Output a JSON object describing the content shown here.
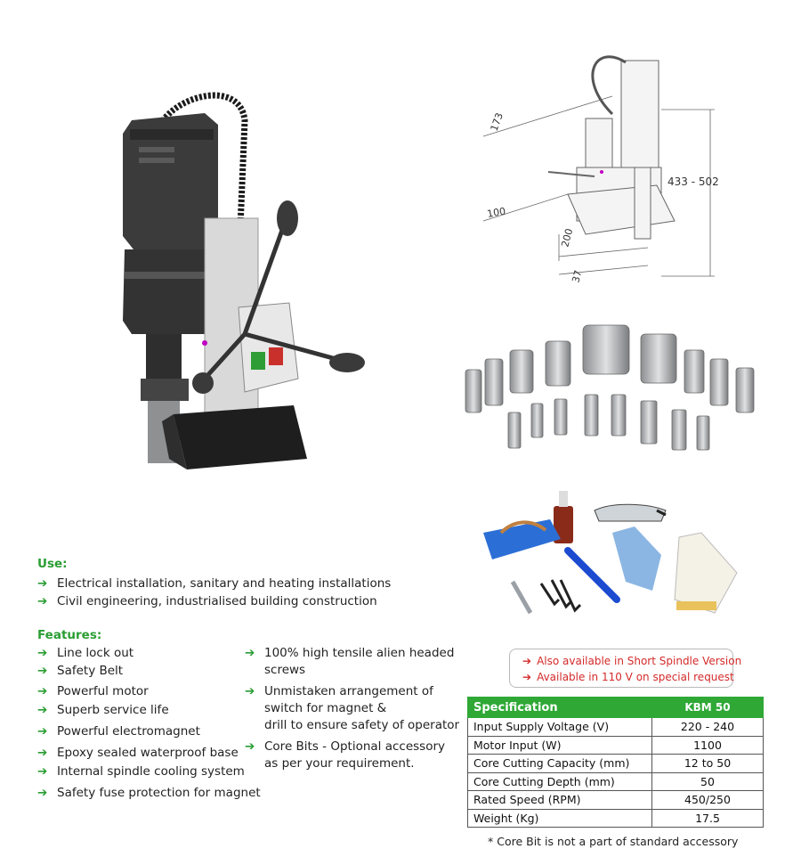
{
  "use": {
    "heading": "Use:",
    "items": [
      "Electrical installation, sanitary and heating installations",
      "Civil engineering, industrialised building construction"
    ]
  },
  "features": {
    "heading": "Features:",
    "left": [
      "Line lock out",
      "Safety Belt",
      "Powerful motor",
      "Superb service life",
      "Powerful electromagnet",
      "Epoxy sealed waterproof base",
      "Internal spindle cooling system",
      "Safety fuse protection for magnet"
    ],
    "right": [
      {
        "l1": "100% high tensile alien headed",
        "l2": "screws"
      },
      {
        "l1": "Unmistaken arrangement of",
        "l2": "switch for magnet &",
        "l3": "drill to ensure safety of operator"
      },
      {
        "l1": "Core Bits - Optional accessory",
        "l2": "as per your requirement."
      }
    ]
  },
  "diagram": {
    "dim_173": "173",
    "dim_100": "100",
    "dim_200": "200",
    "dim_37": "37",
    "dim_height": "433 - 502"
  },
  "notes": [
    "Also available in Short Spindle Version",
    "Available in 110 V on special request"
  ],
  "spec": {
    "header": {
      "label": "Specification",
      "model": "KBM 50"
    },
    "rows": [
      {
        "label": "Input Supply Voltage (V)",
        "value": "220 - 240"
      },
      {
        "label": "Motor Input (W)",
        "value": "1100"
      },
      {
        "label": "Core Cutting Capacity (mm)",
        "value": "12 to 50"
      },
      {
        "label": "Core Cutting Depth (mm)",
        "value": "50"
      },
      {
        "label": "Rated Speed (RPM)",
        "value": "450/250"
      },
      {
        "label": "Weight (Kg)",
        "value": "17.5"
      }
    ],
    "footnote": "* Core Bit is not a part of standard accessory"
  },
  "colors": {
    "accent_green": "#2fa836",
    "note_red": "#d42a2a"
  }
}
